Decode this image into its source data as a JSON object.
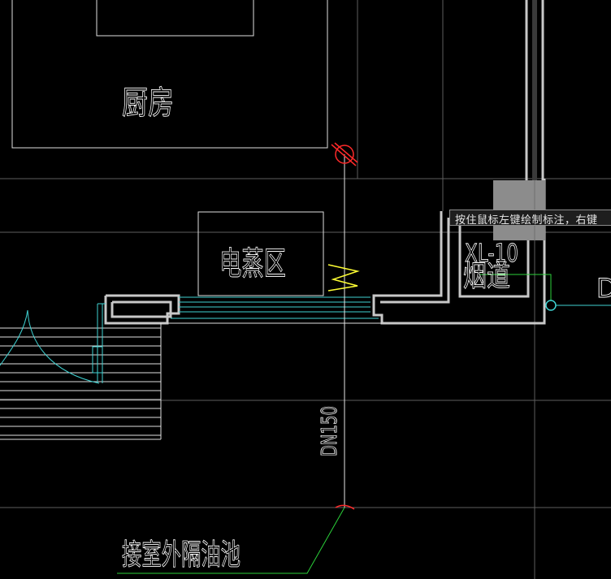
{
  "labels": {
    "kitchen": "厨房",
    "steam_area": "电蒸区",
    "flue": "烟道",
    "riser": "XL-10",
    "pipe_size": "DN150",
    "outlet_note": "接室外隔油池",
    "edge_label": "D"
  },
  "tooltip": {
    "text": "按住鼠标左键绘制标注，右键"
  },
  "colors": {
    "background": "#000000",
    "wall": "#c8c8c8",
    "room_outline": "#e6e6e6",
    "pipe": "#e6e6e6",
    "leader": "#2bd13a",
    "cyan": "#3fd2d2",
    "symbol_red": "#ff2a2a",
    "symbol_yellow": "#ffff33",
    "text": "#ffffff",
    "grid": "#6a6a6a",
    "cursor_box": "#8c8c8c"
  }
}
